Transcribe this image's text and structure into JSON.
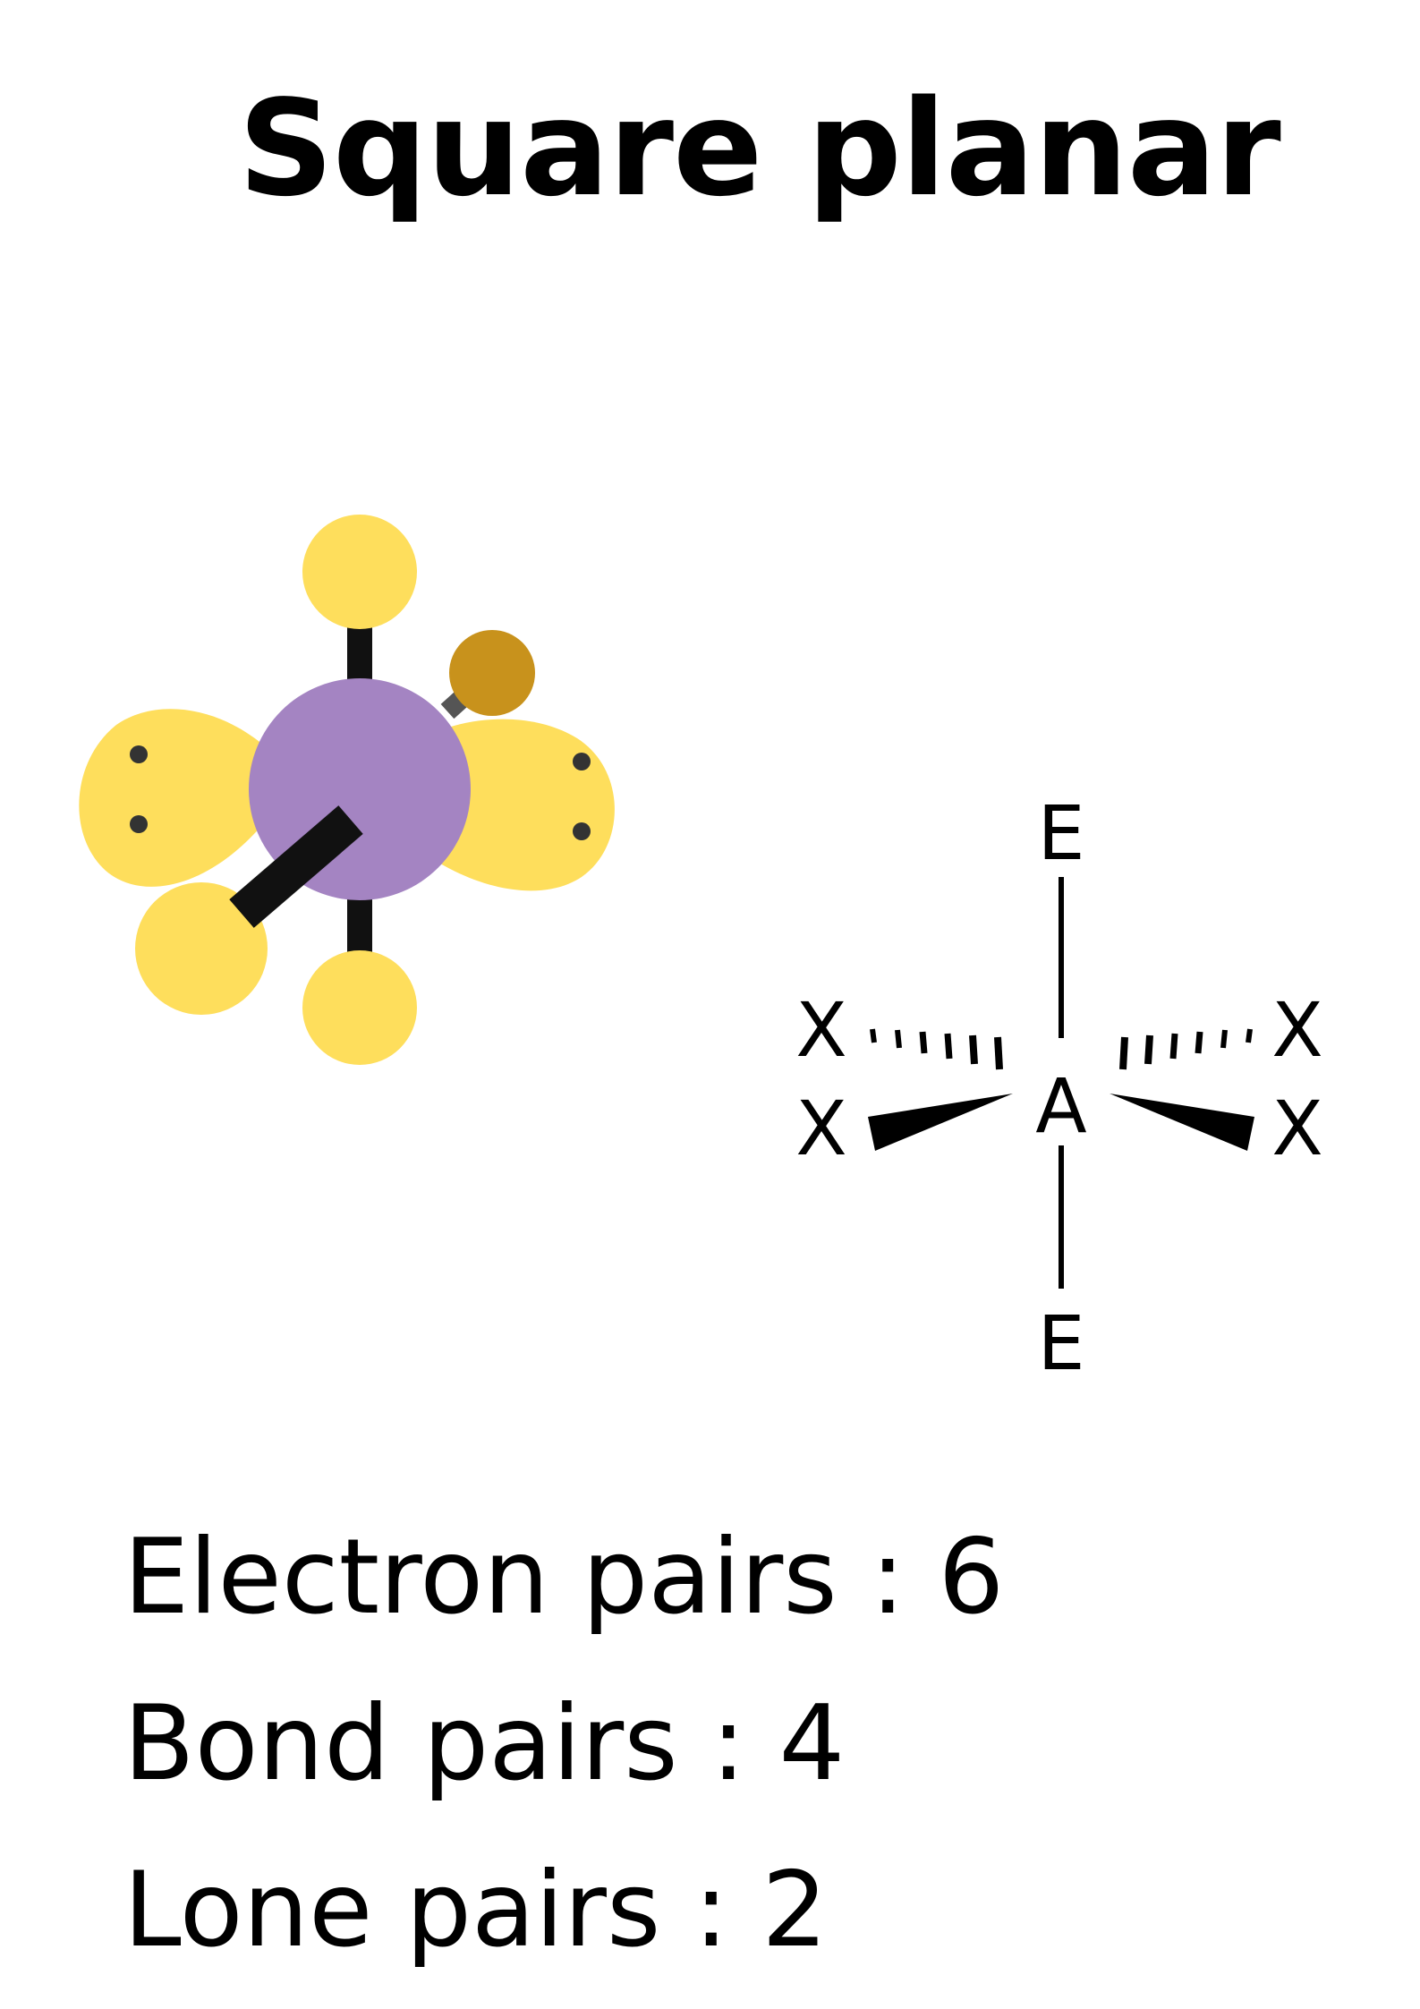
{
  "title": "Square planar",
  "model": {
    "colors": {
      "central_atom": "#A484C2",
      "ligand": "#FEDE5C",
      "lone_pair_lobe": "#FEDE5C",
      "back_ligand": "#C8921C",
      "bond": "#111111",
      "back_bond": "#555555",
      "electron_dot": "#333333"
    }
  },
  "structure": {
    "central_label": "A",
    "top_label": "E",
    "bottom_label": "E",
    "upper_left_label": "X",
    "upper_right_label": "X",
    "lower_left_label": "X",
    "lower_right_label": "X"
  },
  "stats": {
    "electron_pairs": "Electron pairs : 6",
    "bond_pairs": "Bond pairs : 4",
    "lone_pairs": "Lone pairs : 2"
  }
}
